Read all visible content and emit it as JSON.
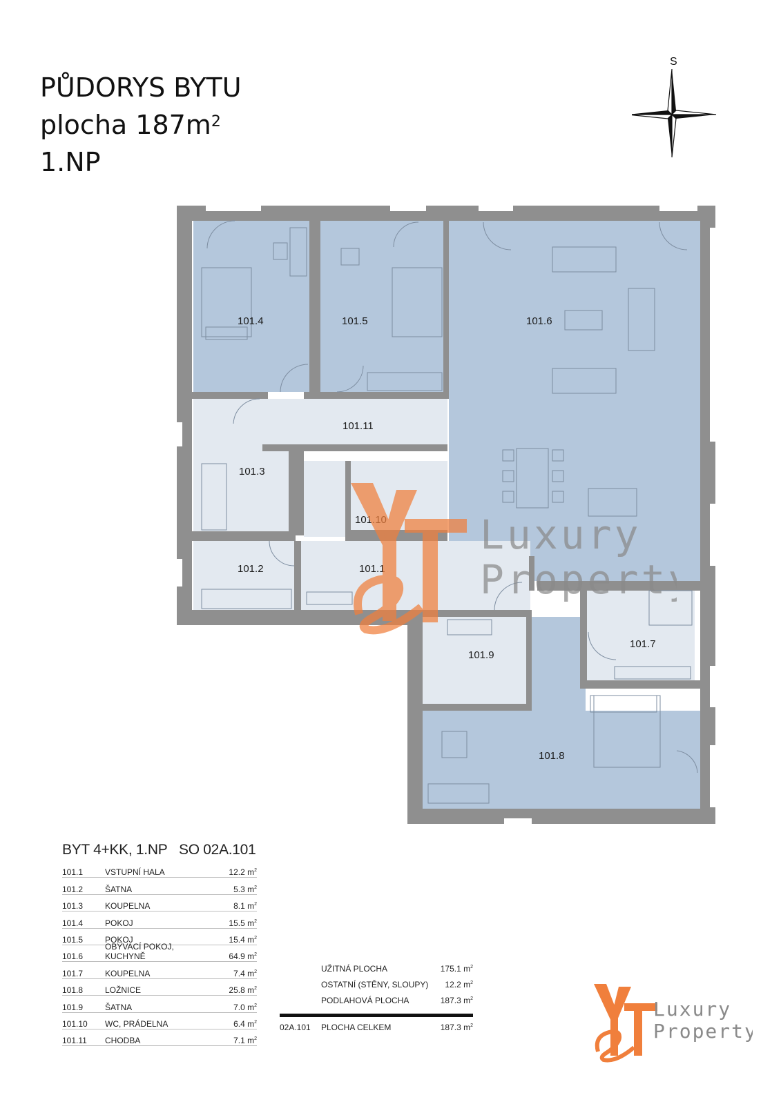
{
  "title": {
    "line1": "PŮDORYS BYTU",
    "line2_prefix": "plocha 187m",
    "line2_sup": "2",
    "line3": "1.NP"
  },
  "compass": {
    "label": "S"
  },
  "rooms": {
    "r101_1": "101.1",
    "r101_2": "101.2",
    "r101_3": "101.3",
    "r101_4": "101.4",
    "r101_5": "101.5",
    "r101_6": "101.6",
    "r101_7": "101.7",
    "r101_8": "101.8",
    "r101_9": "101.9",
    "r101_10": "101.10",
    "r101_11": "101.11"
  },
  "table": {
    "heading_left": "BYT 4+KK, 1.NP",
    "heading_right": "SO 02A.101",
    "unit": "m",
    "rows": [
      {
        "code": "101.1",
        "name": "VSTUPNÍ HALA",
        "area": "12.2"
      },
      {
        "code": "101.2",
        "name": "ŠATNA",
        "area": "5.3"
      },
      {
        "code": "101.3",
        "name": "KOUPELNA",
        "area": "8.1"
      },
      {
        "code": "101.4",
        "name": "POKOJ",
        "area": "15.5"
      },
      {
        "code": "101.5",
        "name": "POKOJ",
        "area": "15.4"
      },
      {
        "code": "101.6",
        "name": "OBÝVACÍ POKOJ, KUCHYNĚ",
        "area": "64.9"
      },
      {
        "code": "101.7",
        "name": "KOUPELNA",
        "area": "7.4"
      },
      {
        "code": "101.8",
        "name": "LOŽNICE",
        "area": "25.8"
      },
      {
        "code": "101.9",
        "name": "ŠATNA",
        "area": "7.0"
      },
      {
        "code": "101.10",
        "name": "WC, PRÁDELNA",
        "area": "6.4"
      },
      {
        "code": "101.11",
        "name": "CHODBA",
        "area": "7.1"
      }
    ]
  },
  "summary": {
    "usable_label": "UŽITNÁ PLOCHA",
    "usable_value": "175.1 m",
    "other_label": "OSTATNÍ (STĚNY, SLOUPY)",
    "other_value": "12.2 m",
    "floor_label": "PODLAHOVÁ PLOCHA",
    "floor_value": "187.3 m",
    "total_code": "02A.101",
    "total_label": "PLOCHA CELKEM",
    "total_value": "187.3 m"
  },
  "logo": {
    "mark": "Y&T",
    "line1": "Luxury",
    "line2": "Property"
  },
  "colors": {
    "wall": "#8f8f8f",
    "room_blue": "#b4c7dc",
    "room_light": "#e3e9f0",
    "brand_orange": "#f07f3c",
    "brand_gray": "#8a8a8a"
  }
}
